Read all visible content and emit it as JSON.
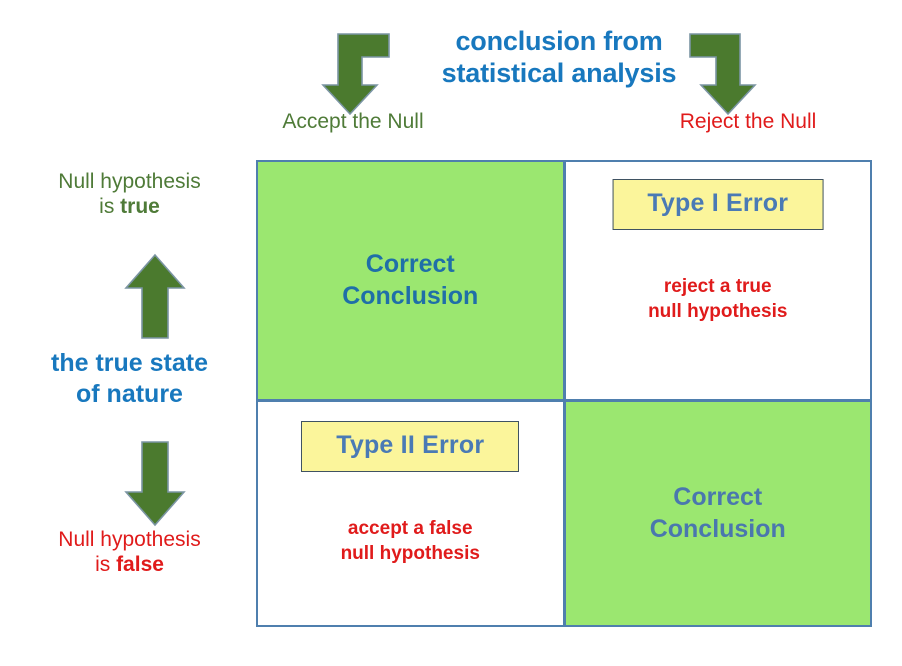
{
  "heading": "conclusion from\nstatistical analysis",
  "columns": {
    "left_label": "Accept the Null",
    "right_label": "Reject the Null"
  },
  "rows": {
    "top_label_prefix": "Null hypothesis\nis ",
    "top_label_emphasis": "true",
    "bottom_label_prefix": "Null hypothesis\nis ",
    "bottom_label_emphasis": "false",
    "axis_label": "the true state\nof nature"
  },
  "matrix": {
    "cells": [
      {
        "id": "accept-true",
        "row": "null-true",
        "column": "accept-the-null",
        "outcome": "Correct\nConclusion",
        "badge": null,
        "description": null,
        "fill": "#9BE770"
      },
      {
        "id": "reject-true",
        "row": "null-true",
        "column": "reject-the-null",
        "outcome": null,
        "badge": "Type I Error",
        "description": "reject a true\nnull hypothesis",
        "fill": "#FFFFFF"
      },
      {
        "id": "accept-false",
        "row": "null-false",
        "column": "accept-the-null",
        "outcome": null,
        "badge": "Type II Error",
        "description": "accept a false\nnull hypothesis",
        "fill": "#FFFFFF"
      },
      {
        "id": "reject-false",
        "row": "null-false",
        "column": "reject-the-null",
        "outcome": "Correct\nConclusion",
        "badge": null,
        "description": null,
        "fill": "#9BE770"
      }
    ]
  },
  "arrows": [
    {
      "name": "elbow-arrow-to-accept",
      "direction": "down",
      "shape": "elbow-left"
    },
    {
      "name": "elbow-arrow-to-reject",
      "direction": "down",
      "shape": "elbow-right"
    },
    {
      "name": "state-of-nature-up-arrow",
      "direction": "up",
      "shape": "straight"
    },
    {
      "name": "state-of-nature-down-arrow",
      "direction": "down",
      "shape": "straight"
    }
  ],
  "colors": {
    "heading_blue": "#1878BE",
    "green_text": "#4F7B38",
    "red_text": "#E01B1B",
    "arrow_green": "#4B7A2E",
    "arrow_outline": "#7B95A3",
    "grid_blue": "#4F7FAE",
    "cell_green": "#9BE770",
    "badge_yellow": "#FBF59B",
    "badge_border": "#3F5262",
    "badge_text_blue": "#4A7AB5",
    "correct_text_blue": "#1F6FA8",
    "correct_text_blue_muted": "#4A77AE"
  }
}
